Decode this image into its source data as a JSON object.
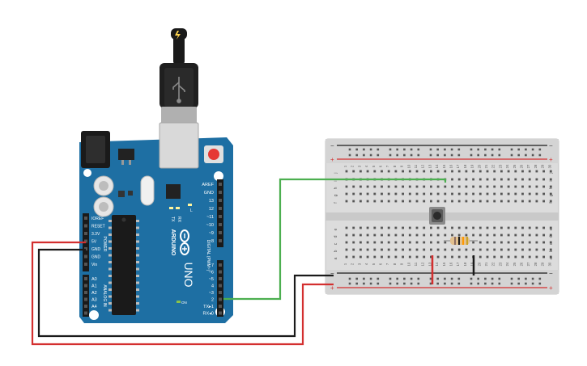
{
  "arduino": {
    "brand": "ARDUINO",
    "model": "UNO",
    "power_header_title": "POWER",
    "analog_header_title": "ANALOG IN",
    "digital_header_title": "DIGITAL (PWM~)",
    "power_pins": [
      "IOREF",
      "RESET",
      "3.3V",
      "5V",
      "GND",
      "GND",
      "Vin"
    ],
    "analog_pins": [
      "A0",
      "A1",
      "A2",
      "A3",
      "A4",
      "A5"
    ],
    "digital_pins_top": [
      "AREF",
      "GND",
      "13",
      "12",
      "~11",
      "~10",
      "~9",
      "8"
    ],
    "digital_pins_bottom": [
      "7",
      "~6",
      "~5",
      "4",
      "~3",
      "2",
      "TX▸1",
      "RX◂0"
    ],
    "tx_label": "TX",
    "rx_label": "RX",
    "l_label": "L",
    "on_label": "ON"
  },
  "breadboard": {
    "columns": [
      "1",
      "2",
      "3",
      "4",
      "5",
      "6",
      "7",
      "8",
      "9",
      "10",
      "11",
      "12",
      "13",
      "14",
      "15",
      "16",
      "17",
      "18",
      "19",
      "20",
      "21",
      "22",
      "23",
      "24",
      "25",
      "26",
      "27",
      "28",
      "29",
      "30"
    ],
    "rows_top": [
      "j",
      "i",
      "h",
      "g",
      "f"
    ],
    "rows_bottom": [
      "e",
      "d",
      "c",
      "b",
      "a"
    ],
    "rail_minus": "−",
    "rail_plus": "+"
  },
  "wires": {
    "signal_color": "#4caf50",
    "power_color": "#d32f2f",
    "ground_color": "#1a1a1a"
  },
  "colors": {
    "board": "#1e6fa3",
    "breadboard": "#dcdcdc"
  },
  "icons": {
    "usb": "usb-icon",
    "lightning": "lightning-icon",
    "logo": "infinity-logo-icon"
  }
}
